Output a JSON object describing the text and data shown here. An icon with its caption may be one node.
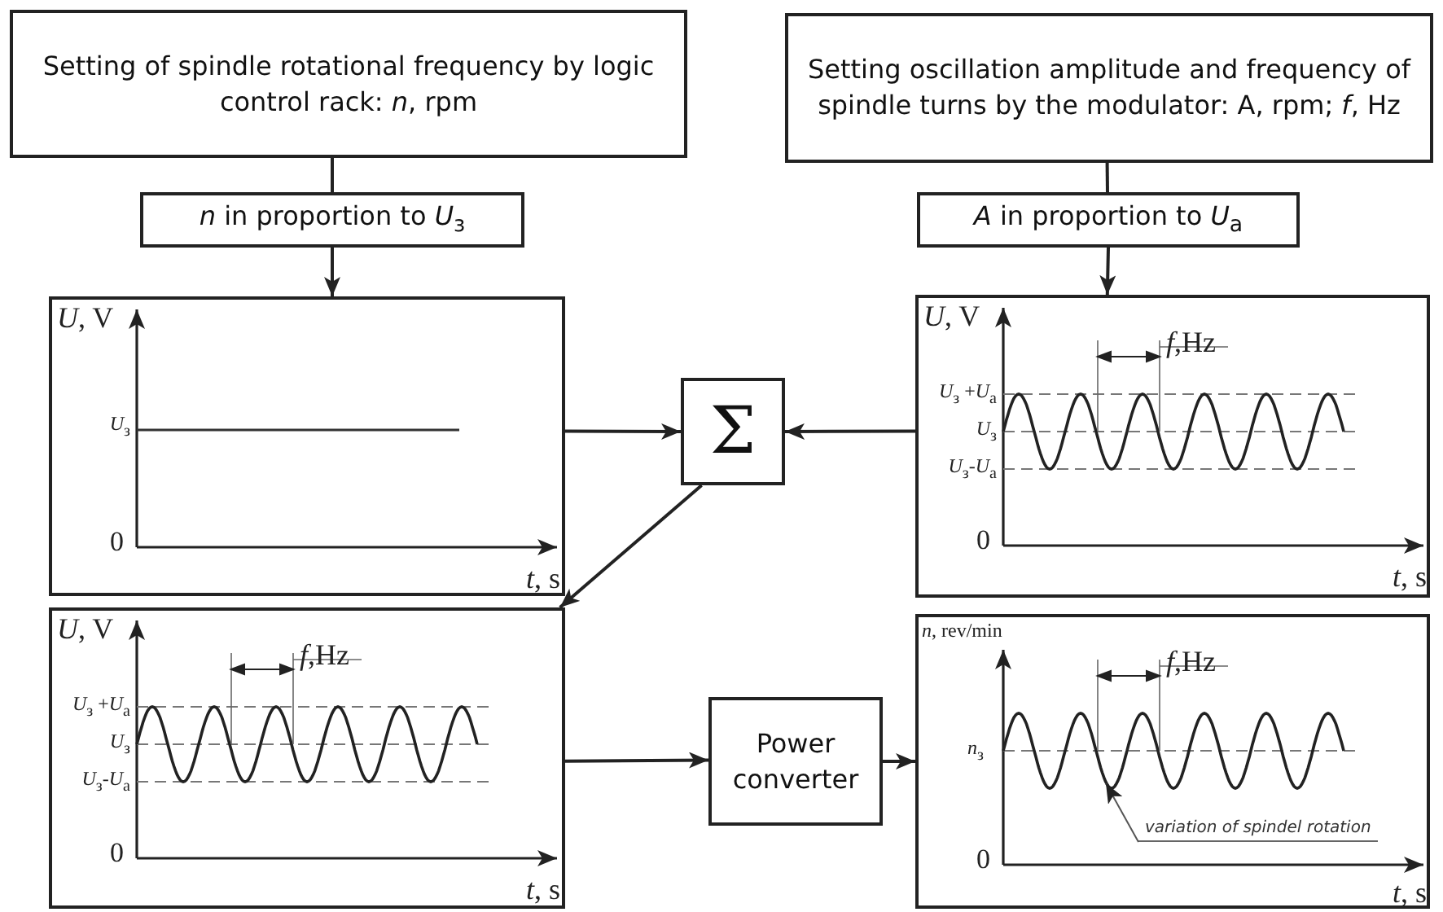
{
  "diagram": {
    "nodes": [
      {
        "text": [
          "Setting of spindle rotational frequency by logic control rack:  *n*, rpm"
        ]
      },
      {
        "text": [
          "*n* in proportion to *U*$_{з}$"
        ]
      },
      {
        "text": [
          "Setting oscillation amplitude and frequency of spindle turns by the modulator: A, rpm; *f*, Hz"
        ]
      },
      {
        "text": [
          "*A* in proportion to *U*$_{a}$"
        ]
      },
      {
        "text": [
          "*U*, V",
          "*U*$_{з}$",
          "0",
          "*t*, s"
        ]
      },
      {
        "text": [
          "Σ"
        ]
      },
      {
        "text": [
          "*U*, V",
          "*f*,Hz",
          "*U*$_{з}$ +*U*$_{a}$",
          "*U*$_{з}$",
          "*U*$_{з}$-*U*$_{a}$",
          "0",
          "*t*, s"
        ]
      },
      {
        "text": [
          "*U*, V",
          "*f*,Hz",
          "*U*$_{з}$ +*U*$_{a}$",
          "*U*$_{з}$",
          "*U*$_{з}$-*U*$_{a}$",
          "0",
          "*t*, s"
        ]
      },
      {
        "text": [
          "Power converter"
        ]
      },
      {
        "text": [
          "*n*, rev/min",
          "*f*,Hz",
          "*n*$_{з}$",
          "0",
          "*t*, s"
        ]
      },
      {
        "text": [
          "variation of spindel rotation"
        ],
        "in": 9
      }
    ],
    "edges": [
      {
        "from": 0,
        "to": 1,
        "arrow": "none"
      },
      {
        "from": 1,
        "to": 4,
        "arrow": "to"
      },
      {
        "from": 2,
        "to": 3,
        "arrow": "none"
      },
      {
        "from": 3,
        "to": 6,
        "arrow": "to"
      },
      {
        "from": 4,
        "to": 5,
        "arrow": "to"
      },
      {
        "from": 6,
        "to": 5,
        "arrow": "to"
      },
      {
        "from": 5,
        "to": 7,
        "arrow": "to"
      },
      {
        "from": 7,
        "to": 8,
        "arrow": "to"
      },
      {
        "from": 8,
        "to": 9,
        "arrow": "to"
      },
      {
        "from": 10,
        "to": null,
        "arrow": "to"
      }
    ]
  }
}
